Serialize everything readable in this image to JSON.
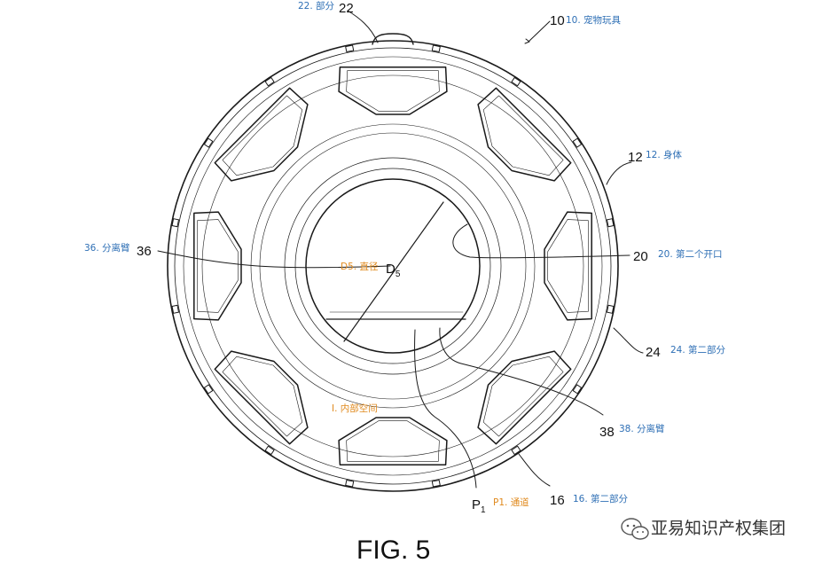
{
  "figure": {
    "title": "FIG. 5"
  },
  "refs": {
    "r10": "10",
    "r12": "12",
    "r16": "16",
    "r20": "20",
    "r22": "22",
    "r24": "24",
    "r36": "36",
    "r38": "38",
    "p1_main": "P",
    "p1_sub": "1",
    "d5_main": "D",
    "d5_sub": "5"
  },
  "annotations": {
    "a10": "10. 宠物玩具",
    "a12": "12. 身体",
    "a16": "16. 第二部分",
    "a20": "20. 第二个开口",
    "a22": "22. 部分",
    "a24": "24. 第二部分",
    "a36": "36. 分离臂",
    "a38": "38. 分离臂",
    "aD5": "D5. 直径",
    "aP1": "P1. 通道",
    "aI": "I. 内部空间"
  },
  "watermark": {
    "text": "亚易知识产权集团",
    "icon": "wechat-icon"
  },
  "colors": {
    "line": "#1a1a1a",
    "annotation_blue": "#2e6fb5",
    "annotation_orange": "#e08a1e"
  }
}
